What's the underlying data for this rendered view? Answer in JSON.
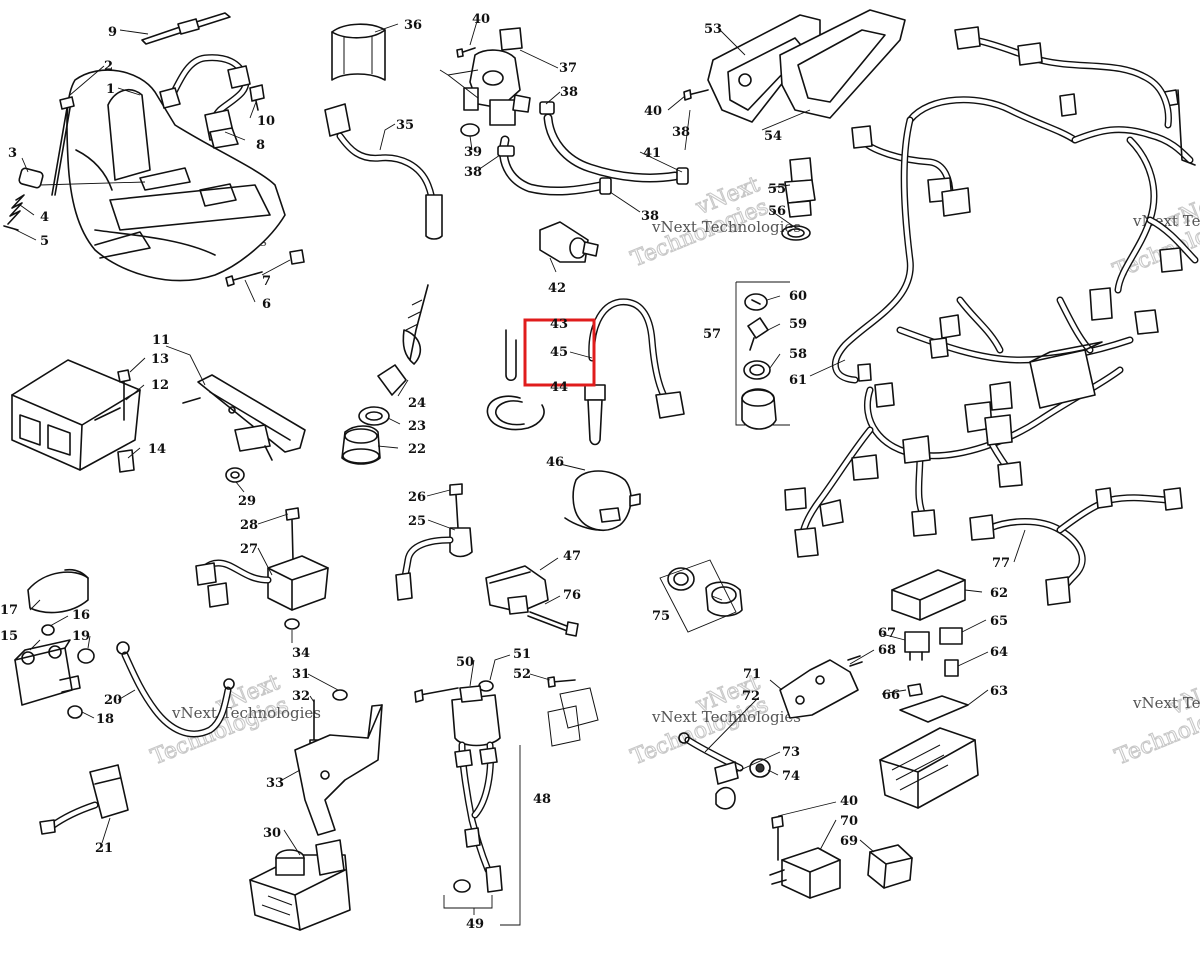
{
  "watermark": {
    "line1": "vNext Technologies",
    "line2": "Technologies",
    "line3": "vNext"
  },
  "highlight": {
    "color": "#e01c1c"
  },
  "callouts": {
    "c1": "1",
    "c2": "2",
    "c3": "3",
    "c4": "4",
    "c5": "5",
    "c6": "6",
    "c7": "7",
    "c8": "8",
    "c9": "9",
    "c10": "10",
    "c11": "11",
    "c12": "12",
    "c13": "13",
    "c14": "14",
    "c15": "15",
    "c16": "16",
    "c17": "17",
    "c18": "18",
    "c19": "19",
    "c20": "20",
    "c21": "21",
    "c22": "22",
    "c23": "23",
    "c24": "24",
    "c25": "25",
    "c26": "26",
    "c27": "27",
    "c28": "28",
    "c29": "29",
    "c30": "30",
    "c31": "31",
    "c32": "32",
    "c33": "33",
    "c34": "34",
    "c35": "35",
    "c36": "36",
    "c37": "37",
    "c38": "38",
    "c39": "39",
    "c40": "40",
    "c41": "41",
    "c42": "42",
    "c43": "43",
    "c44": "44",
    "c45": "45",
    "c46": "46",
    "c47": "47",
    "c48": "48",
    "c49": "49",
    "c50": "50",
    "c51": "51",
    "c52": "52",
    "c53": "53",
    "c54": "54",
    "c55": "55",
    "c56": "56",
    "c57": "57",
    "c58": "58",
    "c59": "59",
    "c60": "60",
    "c61": "61",
    "c62": "62",
    "c63": "63",
    "c64": "64",
    "c65": "65",
    "c66": "66",
    "c67": "67",
    "c68": "68",
    "c69": "69",
    "c70": "70",
    "c71": "71",
    "c72": "72",
    "c73": "73",
    "c74": "74",
    "c75": "75",
    "c76": "76",
    "c77": "77"
  }
}
